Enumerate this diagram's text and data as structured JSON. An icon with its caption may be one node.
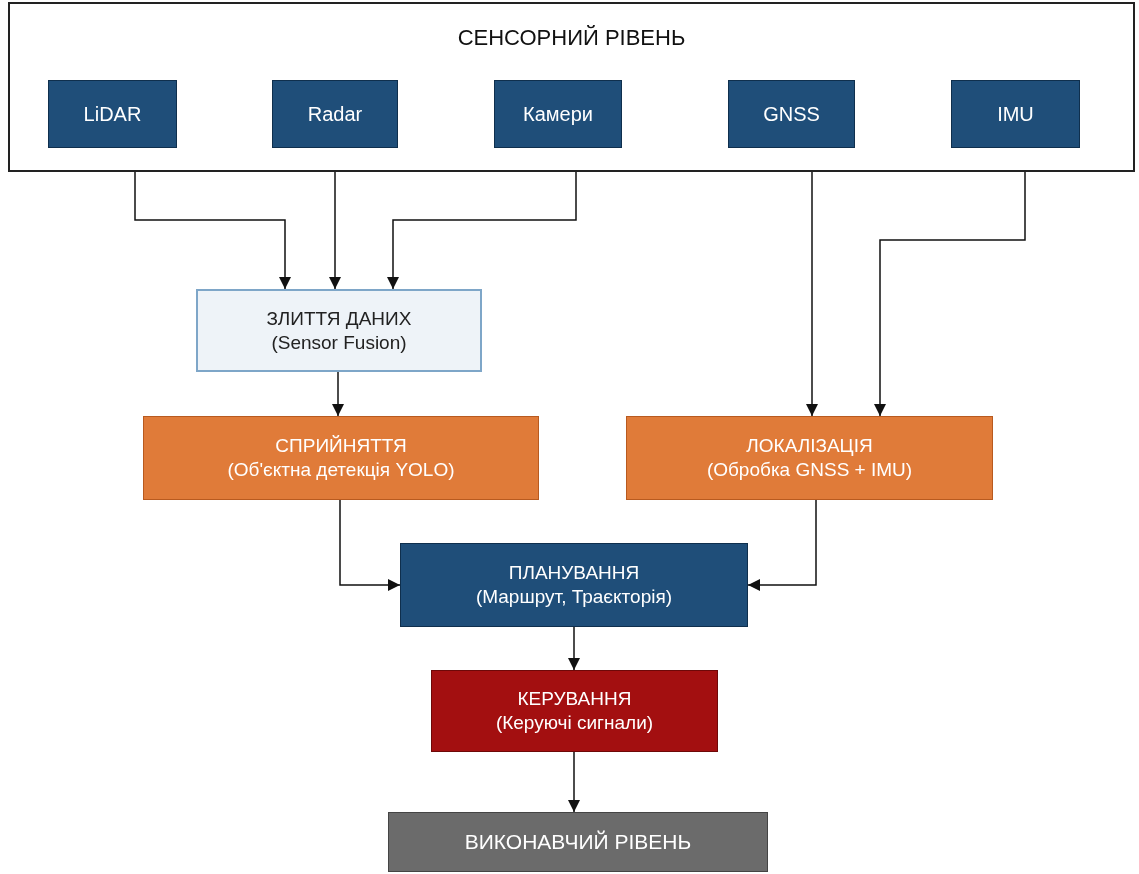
{
  "diagram": {
    "nodes": [
      {
        "text": [
          "СЕНСОРНИЙ РІВЕНЬ"
        ]
      },
      {
        "text": [
          "LiDAR"
        ],
        "in": 0
      },
      {
        "text": [
          "Radar"
        ],
        "in": 0
      },
      {
        "text": [
          "Камери"
        ],
        "in": 0
      },
      {
        "text": [
          "GNSS"
        ],
        "in": 0
      },
      {
        "text": [
          "IMU"
        ],
        "in": 0
      },
      {
        "text": [
          "ЗЛИТТЯ ДАНИХ",
          "(Sensor Fusion)"
        ]
      },
      {
        "text": [
          "СПРИЙНЯТТЯ",
          "(Об'єктна детекція YOLO)"
        ]
      },
      {
        "text": [
          "ЛОКАЛІЗАЦІЯ",
          "(Обробка GNSS + IMU)"
        ]
      },
      {
        "text": [
          "ПЛАНУВАННЯ",
          "(Маршрут, Траєкторія)"
        ]
      },
      {
        "text": [
          "КЕРУВАННЯ",
          "(Керуючі сигнали)"
        ]
      },
      {
        "text": [
          "ВИКОНАВЧИЙ РІВЕНЬ"
        ]
      }
    ],
    "edges": [
      {
        "from": 1,
        "to": 6,
        "arrow": "to"
      },
      {
        "from": 2,
        "to": 6,
        "arrow": "to"
      },
      {
        "from": 3,
        "to": 6,
        "arrow": "to"
      },
      {
        "from": 4,
        "to": 8,
        "arrow": "to"
      },
      {
        "from": 5,
        "to": 8,
        "arrow": "to"
      },
      {
        "from": 6,
        "to": 7,
        "arrow": "to"
      },
      {
        "from": 7,
        "to": 9,
        "arrow": "to"
      },
      {
        "from": 8,
        "to": 9,
        "arrow": "to"
      },
      {
        "from": 9,
        "to": 10,
        "arrow": "to"
      },
      {
        "from": 10,
        "to": 11,
        "arrow": "to"
      }
    ]
  }
}
